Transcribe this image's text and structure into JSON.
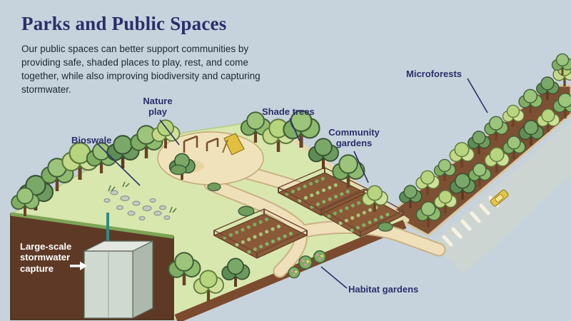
{
  "title": "Parks and Public Spaces",
  "description": "Our public spaces can better support communities by providing safe, shaded places to play, rest, and come together, while also improving biodiversity and capturing stormwater.",
  "labels": {
    "bioswale": "Bioswale",
    "nature_play": "Nature play",
    "shade_trees": "Shade trees",
    "community_gardens": "Community gardens",
    "microforests": "Microforests",
    "stormwater_capture": "Large-scale stormwater capture",
    "habitat_gardens": "Habitat gardens"
  },
  "colors": {
    "background": "#c6d3dc",
    "heading_navy": "#2b2e6a",
    "park_green": "#d8e7ae",
    "soil_brown": "#5e3a26",
    "microforest_soil": "#7d4f33",
    "path_tan": "#efe0ba",
    "road_gray": "#cdd5d2",
    "pipe_teal": "#2f8a86",
    "playground_sand": "#f0e2ba"
  }
}
